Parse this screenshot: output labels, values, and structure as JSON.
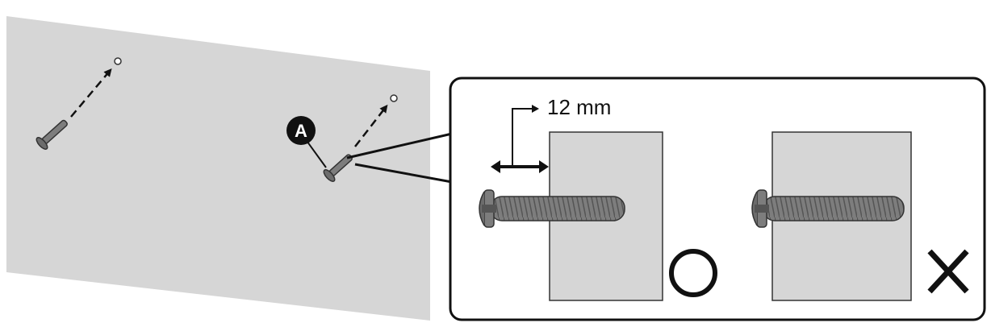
{
  "diagram": {
    "dimension_label": "12 mm",
    "marker_label": "A",
    "correct_symbol": "correct-circle-symbol",
    "incorrect_symbol": "incorrect-x-symbol",
    "colors": {
      "wall": "#d6d6d6",
      "panel": "#d6d6d6",
      "screw": "#7d7d7d",
      "outline": "#111111",
      "marker_fill": "#111111",
      "marker_text": "#ffffff"
    }
  }
}
